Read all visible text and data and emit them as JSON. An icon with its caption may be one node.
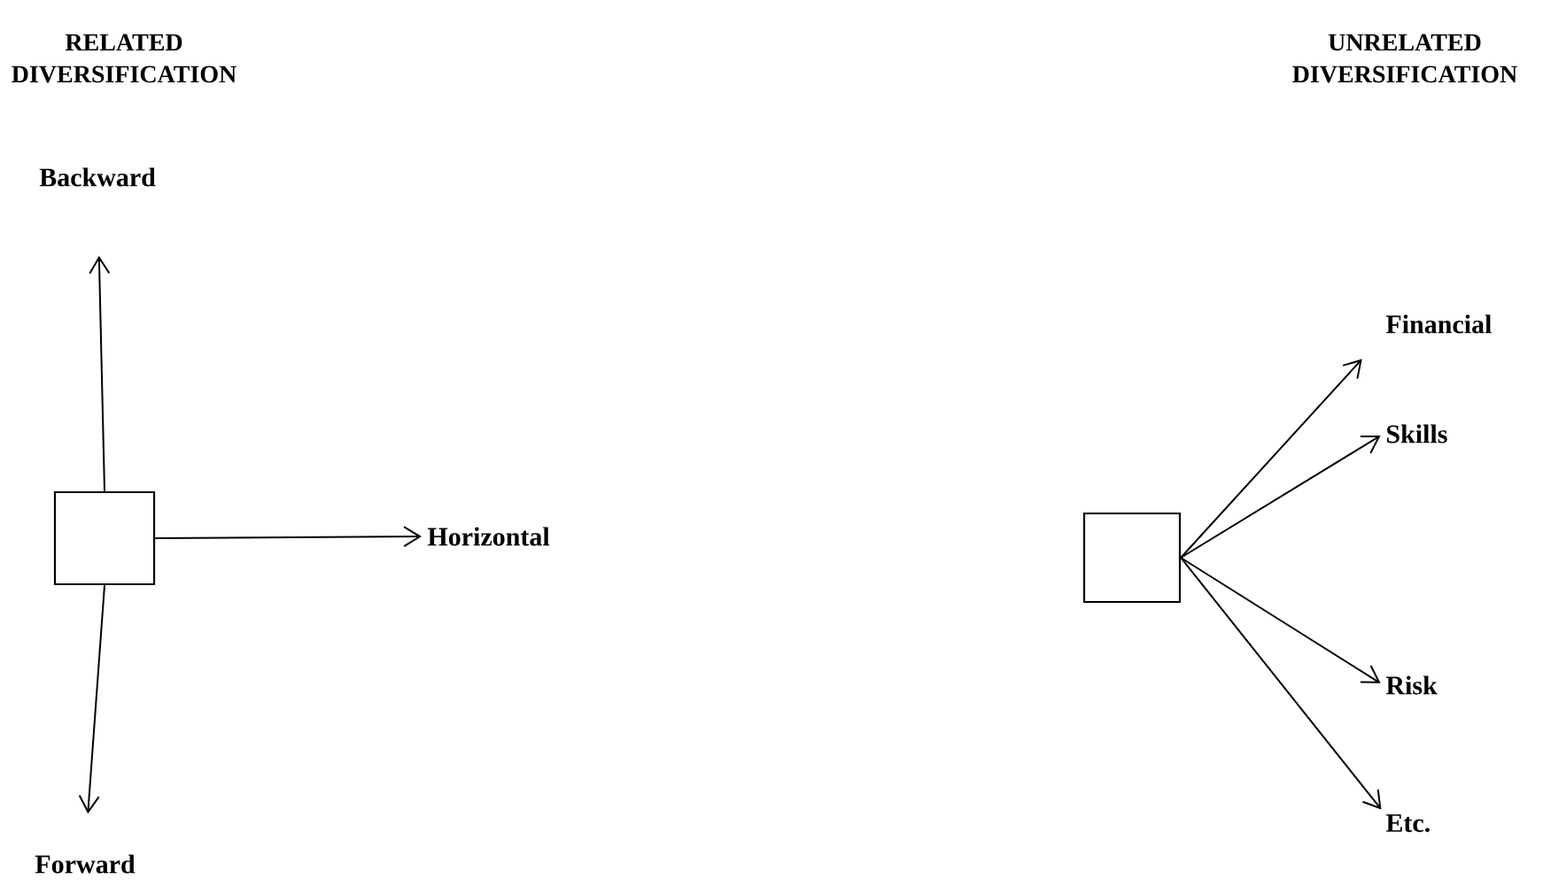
{
  "diagram": {
    "nodes": [
      {
        "text": [],
        "shape": "box"
      },
      {
        "text": [
          "Backward"
        ]
      },
      {
        "text": [
          "Horizontal"
        ]
      },
      {
        "text": [
          "Forward"
        ]
      },
      {
        "text": [],
        "shape": "box"
      },
      {
        "text": [
          "Financial"
        ]
      },
      {
        "text": [
          "Skills"
        ]
      },
      {
        "text": [
          "Risk"
        ]
      },
      {
        "text": [
          "Etc."
        ]
      }
    ],
    "edges": [
      {
        "from": 0,
        "to": 1,
        "arrow": "to"
      },
      {
        "from": 0,
        "to": 2,
        "arrow": "to"
      },
      {
        "from": 0,
        "to": 3,
        "arrow": "to"
      },
      {
        "from": 4,
        "to": 5,
        "arrow": "to"
      },
      {
        "from": 4,
        "to": 6,
        "arrow": "to"
      },
      {
        "from": 4,
        "to": 7,
        "arrow": "to"
      },
      {
        "from": 4,
        "to": 8,
        "arrow": "to"
      }
    ],
    "labels": [
      "RELATED DIVERSIFICATION",
      "UNRELATED DIVERSIFICATION"
    ]
  }
}
